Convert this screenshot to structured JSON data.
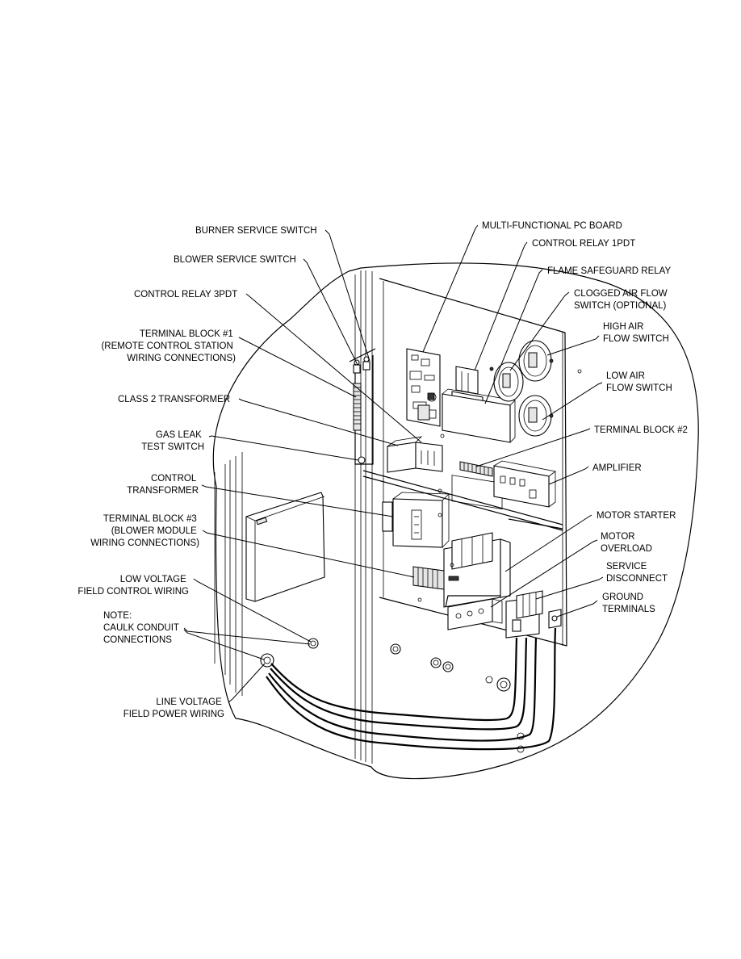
{
  "labels": {
    "burner_service_switch": "BURNER SERVICE SWITCH",
    "blower_service_switch": "BLOWER SERVICE SWITCH",
    "control_relay_3pdt": "CONTROL RELAY 3PDT",
    "terminal_block_1": [
      "TERMINAL BLOCK #1",
      "(REMOTE CONTROL STATION",
      "WIRING CONNECTIONS)"
    ],
    "class2_transformer": "CLASS 2 TRANSFORMER",
    "gas_leak_test_switch": [
      "GAS LEAK",
      "TEST SWITCH"
    ],
    "control_transformer": [
      "CONTROL",
      "TRANSFORMER"
    ],
    "terminal_block_3": [
      "TERMINAL BLOCK #3",
      "(BLOWER MODULE",
      "WIRING CONNECTIONS)"
    ],
    "low_voltage_wiring": [
      "LOW VOLTAGE",
      "FIELD CONTROL WIRING"
    ],
    "note_caulk": [
      "NOTE:",
      "CAULK CONDUIT",
      "CONNECTIONS"
    ],
    "line_voltage_wiring": [
      "LINE VOLTAGE",
      "FIELD POWER WIRING"
    ],
    "multi_functional_pc_board": "MULTI-FUNCTIONAL PC BOARD",
    "control_relay_1pdt": "CONTROL RELAY 1PDT",
    "flame_safeguard_relay": "FLAME SAFEGUARD RELAY",
    "clogged_air_flow_switch": [
      "CLOGGED AIR FLOW",
      "SWITCH (OPTIONAL)"
    ],
    "high_air_flow_switch": [
      "HIGH AIR",
      "FLOW SWITCH"
    ],
    "low_air_flow_switch": [
      "LOW AIR",
      "FLOW SWITCH"
    ],
    "terminal_block_2": "TERMINAL BLOCK #2",
    "amplifier": "AMPLIFIER",
    "motor_starter": "MOTOR STARTER",
    "motor_overload": [
      "MOTOR",
      "OVERLOAD"
    ],
    "service_disconnect": [
      "SERVICE",
      "DISCONNECT"
    ],
    "ground_terminals": [
      "GROUND",
      "TERMINALS"
    ]
  }
}
